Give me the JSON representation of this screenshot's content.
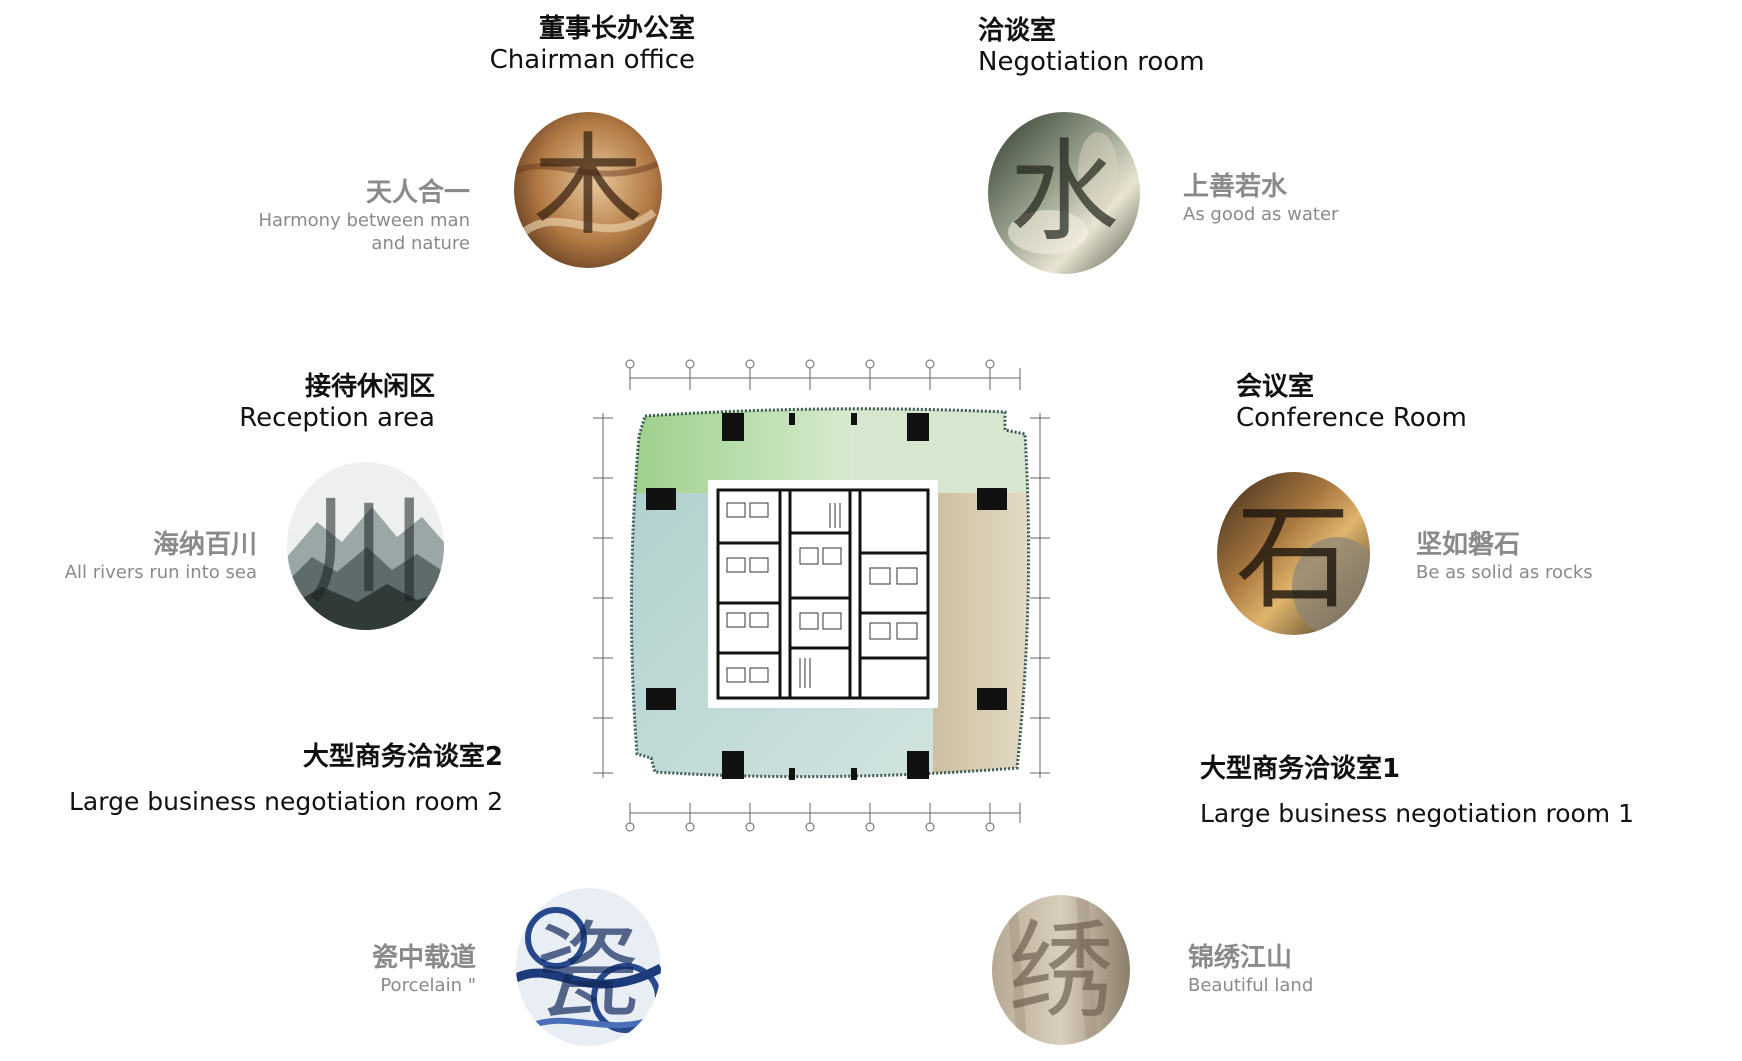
{
  "rooms": {
    "chairman": {
      "zh": "董事长办公室",
      "en": "Chairman office"
    },
    "negotiation": {
      "zh": "洽谈室",
      "en": "Negotiation room"
    },
    "reception": {
      "zh": "接待休闲区",
      "en": "Reception area"
    },
    "conference": {
      "zh": "会议室",
      "en": "Conference Room"
    },
    "large2": {
      "zh": "大型商务洽谈室2",
      "en": "Large business negotiation room 2"
    },
    "large1": {
      "zh": "大型商务洽谈室1",
      "en": "Large business negotiation room 1"
    }
  },
  "themes": {
    "harmony": {
      "zh": "天人合一",
      "en_line1": "Harmony between man",
      "en_line2": "and nature",
      "glyph": "木"
    },
    "water": {
      "zh": "上善若水",
      "en": "As good as water",
      "glyph": "水"
    },
    "rivers": {
      "zh": "海纳百川",
      "en": "All rivers run into sea",
      "glyph": "川"
    },
    "rocks": {
      "zh": "坚如磐石",
      "en": "Be as solid as rocks",
      "glyph": "石"
    },
    "porcelain": {
      "zh": "瓷中载道",
      "en": "Porcelain \"",
      "glyph": "瓷"
    },
    "land": {
      "zh": "锦绣江山",
      "en": "Beautiful land",
      "glyph": "绣"
    }
  },
  "colors": {
    "zone_green": "#a9d596",
    "zone_teal": "#b7d4cf",
    "zone_tan": "#d8cdb4",
    "gray_text": "#8a8a8a"
  }
}
